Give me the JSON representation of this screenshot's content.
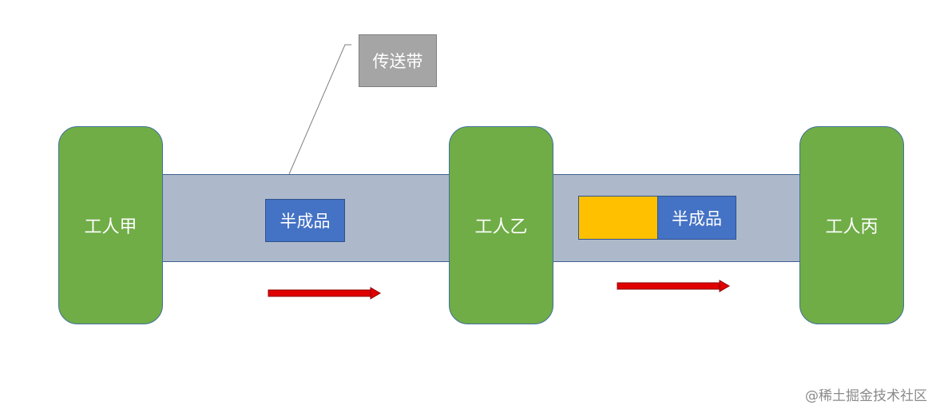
{
  "workers": [
    {
      "id": "a",
      "label": "工人甲"
    },
    {
      "id": "b",
      "label": "工人乙"
    },
    {
      "id": "c",
      "label": "工人丙"
    }
  ],
  "products": [
    {
      "label": "半成品"
    },
    {
      "label": "半成品"
    }
  ],
  "callout": {
    "label": "传送带"
  },
  "colors": {
    "worker": "#70ad47",
    "belt": "#adb9ca",
    "product": "#4472c4",
    "part": "#ffc000",
    "arrow": "#e00000",
    "callout": "#a5a5a5"
  },
  "watermark": "@稀土掘金技术社区"
}
